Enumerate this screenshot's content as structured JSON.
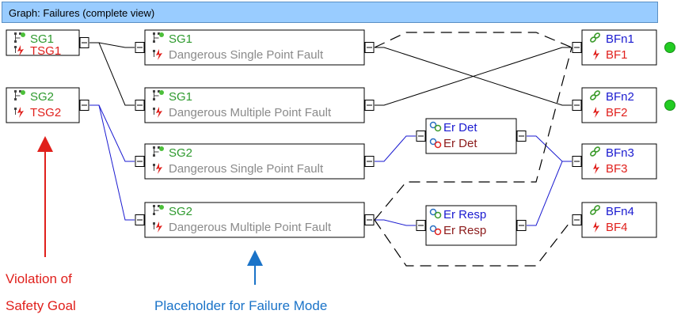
{
  "window": {
    "title": "Graph: Failures (complete view)"
  },
  "colors": {
    "goal": "#2e9a2e",
    "fault": "#e0201c",
    "grey": "#8a8a8a",
    "blue": "#1a1ad0",
    "darkred": "#8b1a1a",
    "status": "#22cc22",
    "annotation_red": "#e0201c",
    "annotation_blue": "#1a73c8"
  },
  "nodes": [
    {
      "id": "g1",
      "kind": "goal",
      "top": "SG1",
      "bottom": "TSG1"
    },
    {
      "id": "g2",
      "kind": "goal",
      "top": "SG2",
      "bottom": "TSG2"
    },
    {
      "id": "m1",
      "kind": "mode",
      "top": "SG1",
      "bottom": "Dangerous Single Point Fault"
    },
    {
      "id": "m2",
      "kind": "mode",
      "top": "SG1",
      "bottom": "Dangerous Multiple Point Fault"
    },
    {
      "id": "m3",
      "kind": "mode",
      "top": "SG2",
      "bottom": "Dangerous Single Point Fault"
    },
    {
      "id": "m4",
      "kind": "mode",
      "top": "SG2",
      "bottom": "Dangerous Multiple Point Fault"
    },
    {
      "id": "d1",
      "kind": "mech",
      "top": "Er Det",
      "bottom": "Er Det"
    },
    {
      "id": "d2",
      "kind": "mech",
      "top": "Er Resp",
      "bottom": "Er Resp"
    },
    {
      "id": "b1",
      "kind": "basic",
      "top": "BFn1",
      "bottom": "BF1",
      "status": "green"
    },
    {
      "id": "b2",
      "kind": "basic",
      "top": "BFn2",
      "bottom": "BF2",
      "status": "green"
    },
    {
      "id": "b3",
      "kind": "basic",
      "top": "BFn3",
      "bottom": "BF3"
    },
    {
      "id": "b4",
      "kind": "basic",
      "top": "BFn4",
      "bottom": "BF4"
    }
  ],
  "edges": [
    {
      "from": "g1",
      "to": "m1",
      "style": "solid"
    },
    {
      "from": "g1",
      "to": "m2",
      "style": "solid"
    },
    {
      "from": "g2",
      "to": "m3",
      "style": "blue"
    },
    {
      "from": "g2",
      "to": "m4",
      "style": "blue"
    },
    {
      "from": "m1",
      "to": "b1",
      "style": "dashed"
    },
    {
      "from": "m1",
      "to": "b2",
      "style": "solid"
    },
    {
      "from": "m2",
      "to": "b1",
      "style": "solid"
    },
    {
      "from": "m3",
      "to": "d1",
      "style": "blue"
    },
    {
      "from": "d1",
      "to": "b3",
      "style": "blue"
    },
    {
      "from": "m4",
      "to": "d2",
      "style": "blue"
    },
    {
      "from": "d2",
      "to": "b3",
      "style": "blue"
    },
    {
      "from": "m4",
      "to": "b1",
      "style": "dashed"
    },
    {
      "from": "m4",
      "to": "b4",
      "style": "dashed"
    }
  ],
  "annotations": {
    "goal_line1": "Violation of",
    "goal_line2": "Safety Goal",
    "mode": "Placeholder for Failure Mode"
  }
}
